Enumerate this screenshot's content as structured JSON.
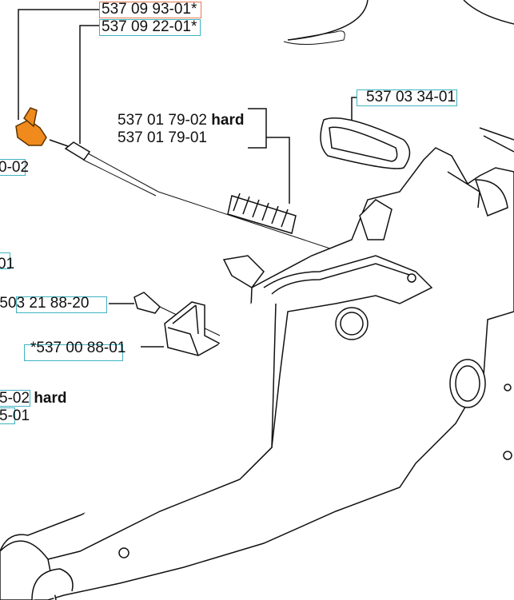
{
  "labels": {
    "part_1": "537 09 93-01*",
    "part_2": "537 09 22-01*",
    "part_3a": "537 01 79-02",
    "part_3a_suffix": "hard",
    "part_3b": "537 01 79-01",
    "part_4": "537 03 34-01",
    "part_5": "0-02",
    "part_6": "01",
    "part_7": "*503 21 88-20",
    "part_8": "*537 00 88-01",
    "part_9a": "5-02",
    "part_9a_suffix": "hard",
    "part_9b": "5-01"
  },
  "colors": {
    "highlight_box": "#e07a55",
    "link_box": "#3fb3c0",
    "selected_part": "#f08a1c"
  }
}
